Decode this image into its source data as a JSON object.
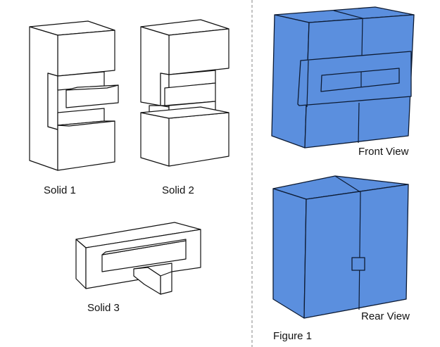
{
  "labels": {
    "solid1": "Solid 1",
    "solid2": "Solid 2",
    "solid3": "Solid 3",
    "front_view": "Front View",
    "rear_view": "Rear View",
    "figure": "Figure 1"
  },
  "colors": {
    "solid_fill": "#5b8fde",
    "outline": "#111111",
    "divider": "#999999"
  }
}
